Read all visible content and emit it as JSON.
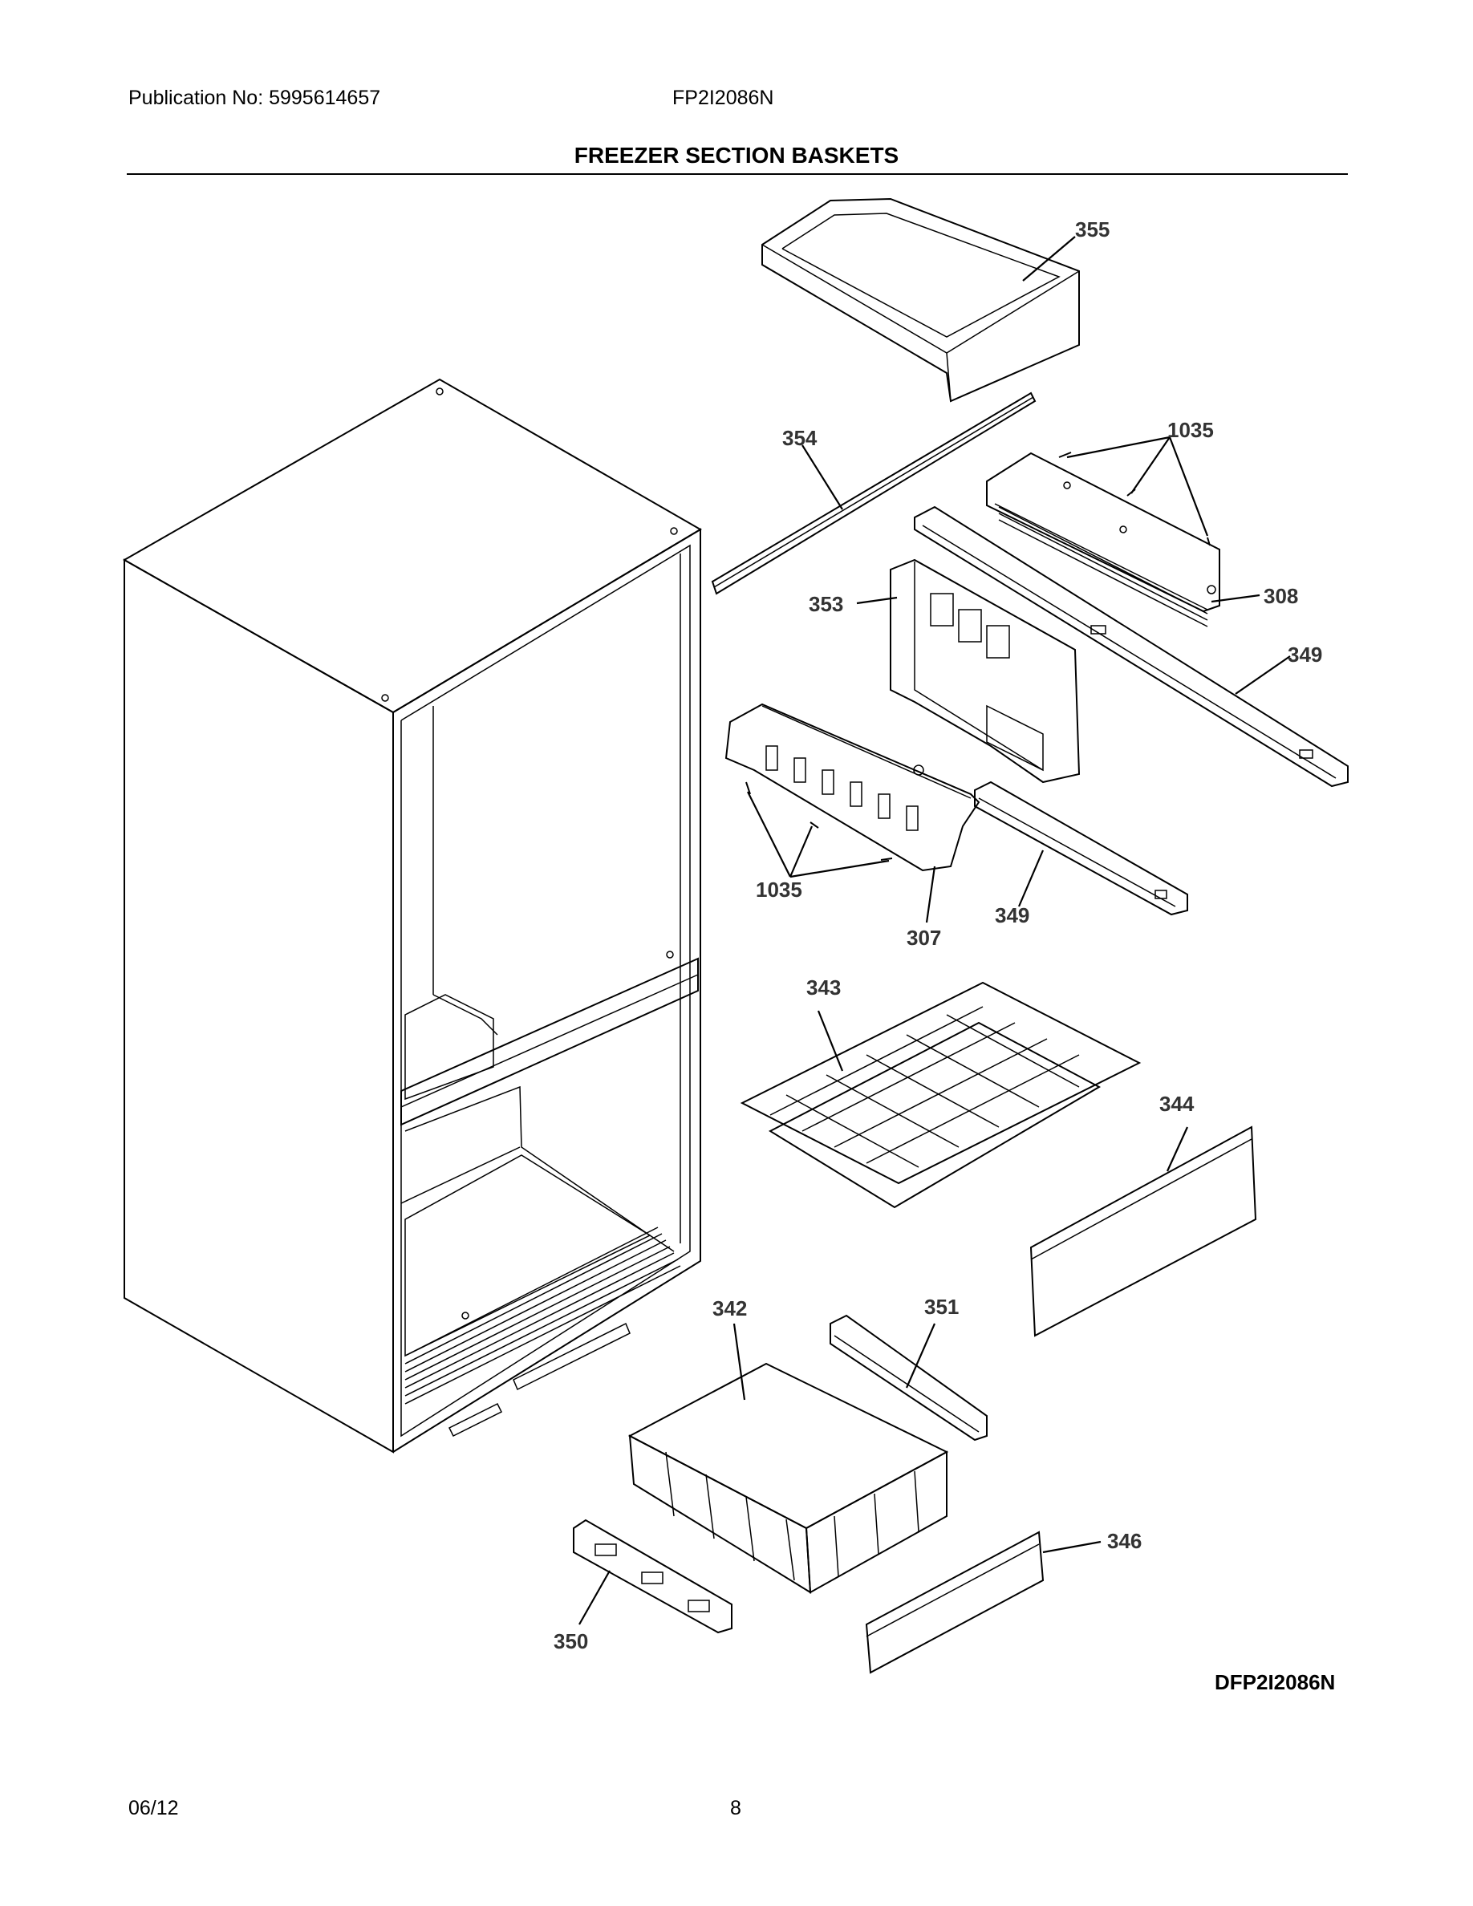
{
  "header": {
    "publication": "Publication No: 5995614657",
    "model": "FP2I2086N",
    "title": "FREEZER SECTION BASKETS"
  },
  "diagram": {
    "code": "DFP2I2086N",
    "callouts": {
      "c355": "355",
      "c354": "354",
      "c1035a": "1035",
      "c308": "308",
      "c353": "353",
      "c349a": "349",
      "c1035b": "1035",
      "c307": "307",
      "c349b": "349",
      "c343": "343",
      "c344": "344",
      "c342": "342",
      "c351": "351",
      "c346": "346",
      "c350": "350"
    }
  },
  "footer": {
    "date": "06/12",
    "page": "8"
  }
}
